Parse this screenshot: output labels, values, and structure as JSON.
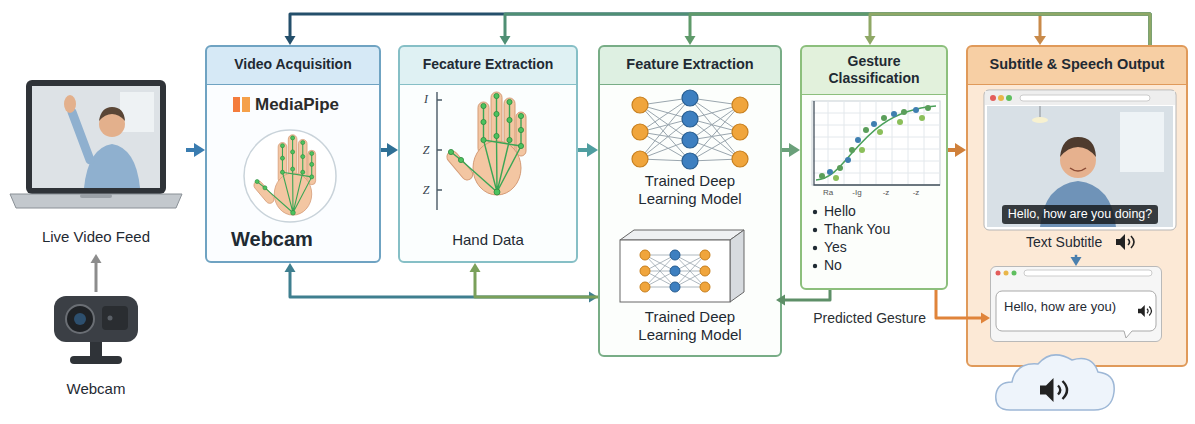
{
  "diagram": {
    "nodes": [
      {
        "text": [
          "Live Video Feed"
        ]
      },
      {
        "text": [
          "Webcam"
        ]
      },
      {
        "text": [
          "Video Acquisition",
          "MediaPipe",
          "Webcam"
        ]
      },
      {
        "text": [
          "Fecature Extraction",
          "Hand Data"
        ]
      },
      {
        "text": [
          "Feature Extraction"
        ]
      },
      {
        "text": [
          "Trained Deep Learning Model"
        ],
        "in": 4
      },
      {
        "text": [
          "Trained Deep Learning Model"
        ],
        "in": 4
      },
      {
        "text": [
          "Gesture Classification",
          "Hello",
          "Thank You",
          "Yes",
          "No"
        ]
      },
      {
        "text": [
          "Subtitle & Speech Output"
        ]
      },
      {
        "text": [
          "Hello, how are you doing?",
          "Text Subtitle"
        ],
        "in": 8
      },
      {
        "text": [
          "Hello, how are you)"
        ],
        "in": 8
      }
    ],
    "edges": [
      {
        "from": 1,
        "to": 0,
        "arrow": "to"
      },
      {
        "from": 0,
        "to": 2,
        "arrow": "to"
      },
      {
        "from": 2,
        "to": 3,
        "arrow": "to"
      },
      {
        "from": 3,
        "to": 4,
        "arrow": "to"
      },
      {
        "from": 4,
        "to": 7,
        "arrow": "to"
      },
      {
        "from": 7,
        "to": 8,
        "arrow": "to"
      },
      {
        "from": 8,
        "to": 2,
        "arrow": "to"
      },
      {
        "from": 8,
        "to": 3,
        "arrow": "to"
      },
      {
        "from": 8,
        "to": 4,
        "arrow": "to"
      },
      {
        "from": 8,
        "to": 7,
        "arrow": "to"
      },
      {
        "from": 4,
        "to": 2,
        "arrow": "both"
      },
      {
        "from": 4,
        "to": 3,
        "arrow": "to"
      },
      {
        "from": 7,
        "to": 6,
        "arrow": "to"
      },
      {
        "from": 7,
        "to": 10,
        "arrow": "to",
        "label": "Predicted Gesture"
      },
      {
        "from": 9,
        "to": 10,
        "arrow": "to"
      }
    ],
    "labels": [
      "I",
      "Z",
      "Z",
      "Ra",
      "-Ig",
      "-z",
      "-z"
    ]
  }
}
